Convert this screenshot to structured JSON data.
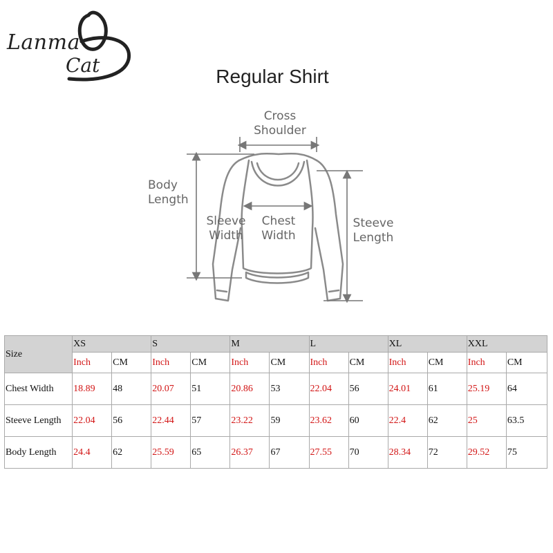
{
  "logo": {
    "line1": "Lanma",
    "line2": "Cat"
  },
  "title": "Regular Shirt",
  "diagram": {
    "cross_shoulder": [
      "Cross",
      "Shoulder"
    ],
    "body_length": [
      "Body",
      "Length"
    ],
    "sleeve_width": [
      "Sleeve",
      "Width"
    ],
    "chest_width": [
      "Chest",
      "Width"
    ],
    "steeve_length": [
      "Steeve",
      "Length"
    ]
  },
  "table": {
    "size_header": "Size",
    "sizes": [
      "XS",
      "S",
      "M",
      "L",
      "XL",
      "XXL"
    ],
    "units": [
      "Inch",
      "CM"
    ],
    "rows": [
      {
        "label": "Chest Width",
        "values": [
          [
            "18.89",
            "48"
          ],
          [
            "20.07",
            "51"
          ],
          [
            "20.86",
            "53"
          ],
          [
            "22.04",
            "56"
          ],
          [
            "24.01",
            "61"
          ],
          [
            "25.19",
            "64"
          ]
        ]
      },
      {
        "label": "Steeve Length",
        "values": [
          [
            "22.04",
            "56"
          ],
          [
            "22.44",
            "57"
          ],
          [
            "23.22",
            "59"
          ],
          [
            "23.62",
            "60"
          ],
          [
            "22.4",
            "62"
          ],
          [
            "25",
            "63.5"
          ]
        ]
      },
      {
        "label": "Body Length",
        "values": [
          [
            "24.4",
            "62"
          ],
          [
            "25.59",
            "65"
          ],
          [
            "26.37",
            "67"
          ],
          [
            "27.55",
            "70"
          ],
          [
            "28.34",
            "72"
          ],
          [
            "29.52",
            "75"
          ]
        ]
      }
    ]
  },
  "colors": {
    "inch_text": "#d21414",
    "header_bg": "#d3d3d3",
    "border": "#a9a9a9"
  }
}
